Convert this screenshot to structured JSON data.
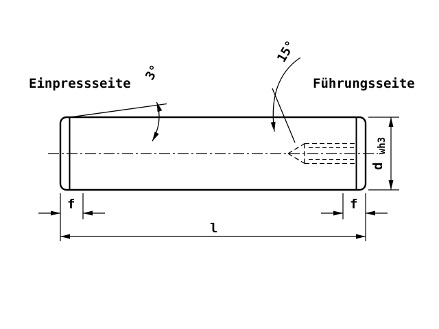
{
  "drawing": {
    "background_color": "#ffffff",
    "line_color": "#000000",
    "labels": {
      "left_side": "Einpressseite",
      "right_side": "Führungsseite",
      "chamfer_angle": "3°",
      "countersink_angle": "15°"
    },
    "dimensions": {
      "f_left": "f",
      "f_right": "f",
      "length": "l",
      "diameter_main": "d",
      "diameter_sub": "wh3"
    }
  }
}
